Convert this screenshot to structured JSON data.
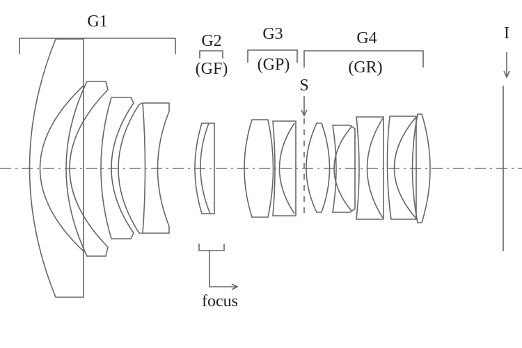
{
  "labels": {
    "g1": "G1",
    "g2": "G2",
    "g2_sub": "(GF)",
    "g3": "G3",
    "g3_sub": "(GP)",
    "g4": "G4",
    "g4_sub": "(GR)",
    "stop": "S",
    "image_plane": "I",
    "focus": "focus"
  },
  "colors": {
    "line": "#666666",
    "text": "#222222",
    "background": "#ffffff"
  }
}
